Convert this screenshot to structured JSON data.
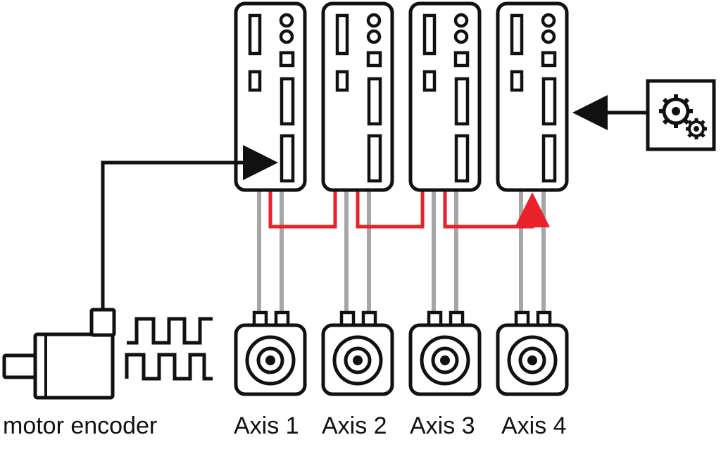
{
  "diagram": {
    "labels": {
      "encoder": "motor encoder",
      "axes": [
        "Axis 1",
        "Axis 2",
        "Axis 3",
        "Axis 4"
      ]
    },
    "colors": {
      "line": "#111111",
      "cable": "#a6a6a6",
      "signal": "#e8212b",
      "background": "#ffffff"
    },
    "components": {
      "drives": 4,
      "motors": 4,
      "external_controller_icon": "gears-icon",
      "encoder_icon": "servo-motor-icon",
      "signal_icon": "pulse-waveform-icon"
    }
  }
}
